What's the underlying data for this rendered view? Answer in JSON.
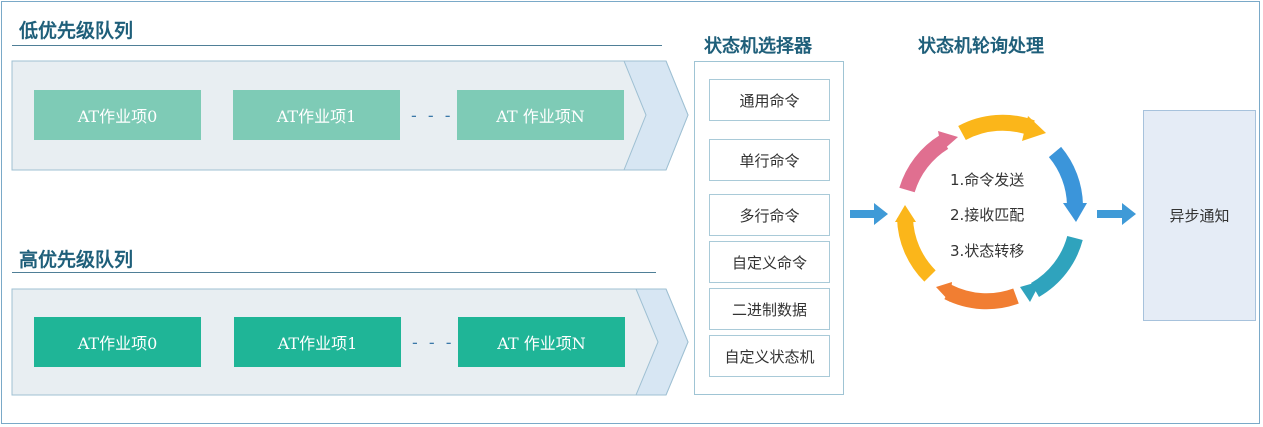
{
  "low_queue": {
    "title": "低优先级队列",
    "items": [
      "AT作业项0",
      "AT作业项1",
      "AT  作业项N"
    ],
    "ellipsis": "- - - -"
  },
  "high_queue": {
    "title": "高优先级队列",
    "items": [
      "AT作业项0",
      "AT作业项1",
      "AT  作业项N"
    ],
    "ellipsis": "- - - -"
  },
  "selector": {
    "title": "状态机选择器",
    "items": [
      "通用命令",
      "单行命令",
      "多行命令",
      "自定义命令",
      "二进制数据",
      "自定义状态机"
    ]
  },
  "polling": {
    "title": "状态机轮询处理",
    "steps": [
      "1.命令发送",
      "2.接收匹配",
      "3.状态转移"
    ]
  },
  "notify": {
    "label": "异步通知"
  },
  "colors": {
    "low_item": "#7ecbb6",
    "high_item": "#1fb597",
    "band": "#e8eef2",
    "arrow": "#3f9ad7",
    "cycle": [
      "#fbb61a",
      "#3b95da",
      "#2fa3bd",
      "#f17e32",
      "#fbb61a",
      "#e06f90"
    ]
  }
}
